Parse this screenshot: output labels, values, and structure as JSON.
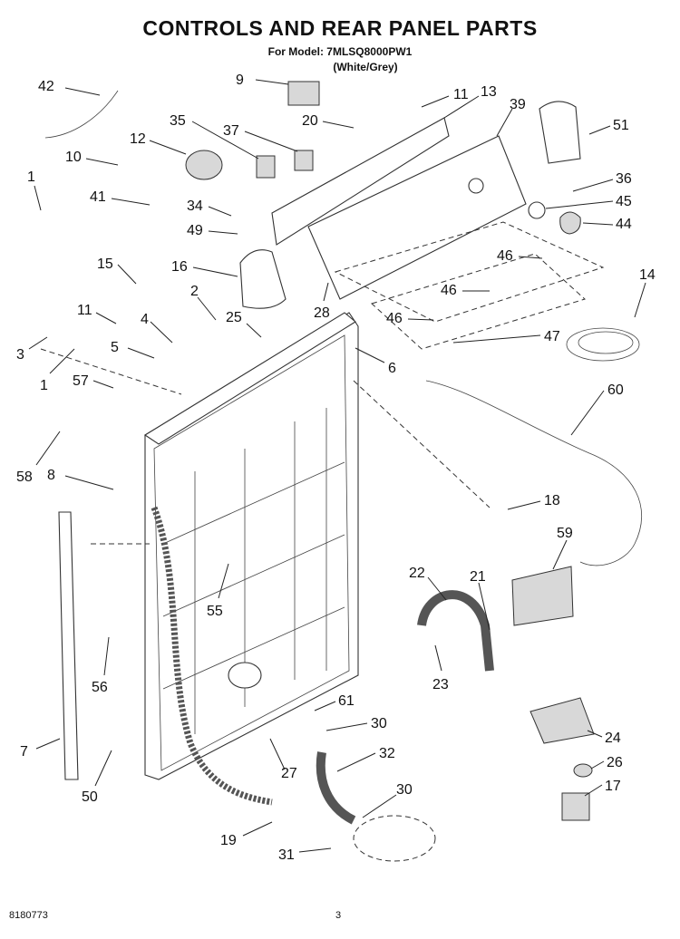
{
  "header": {
    "title": "CONTROLS AND REAR PANEL PARTS",
    "model_line": "For Model: 7MLSQ8000PW1",
    "color_line": "(White/Grey)"
  },
  "footer": {
    "doc_number": "8180773",
    "page_number": "3"
  },
  "callouts": [
    "42",
    "9",
    "11",
    "13",
    "39",
    "51",
    "35",
    "20",
    "37",
    "12",
    "10",
    "1",
    "36",
    "45",
    "41",
    "34",
    "49",
    "44",
    "16",
    "15",
    "2",
    "46",
    "14",
    "28",
    "11",
    "4",
    "25",
    "46",
    "5",
    "46",
    "47",
    "3",
    "1",
    "6",
    "57",
    "60",
    "58",
    "8",
    "18",
    "59",
    "22",
    "21",
    "55",
    "56",
    "23",
    "61",
    "7",
    "30",
    "32",
    "27",
    "24",
    "26",
    "50",
    "30",
    "17",
    "19",
    "31"
  ]
}
